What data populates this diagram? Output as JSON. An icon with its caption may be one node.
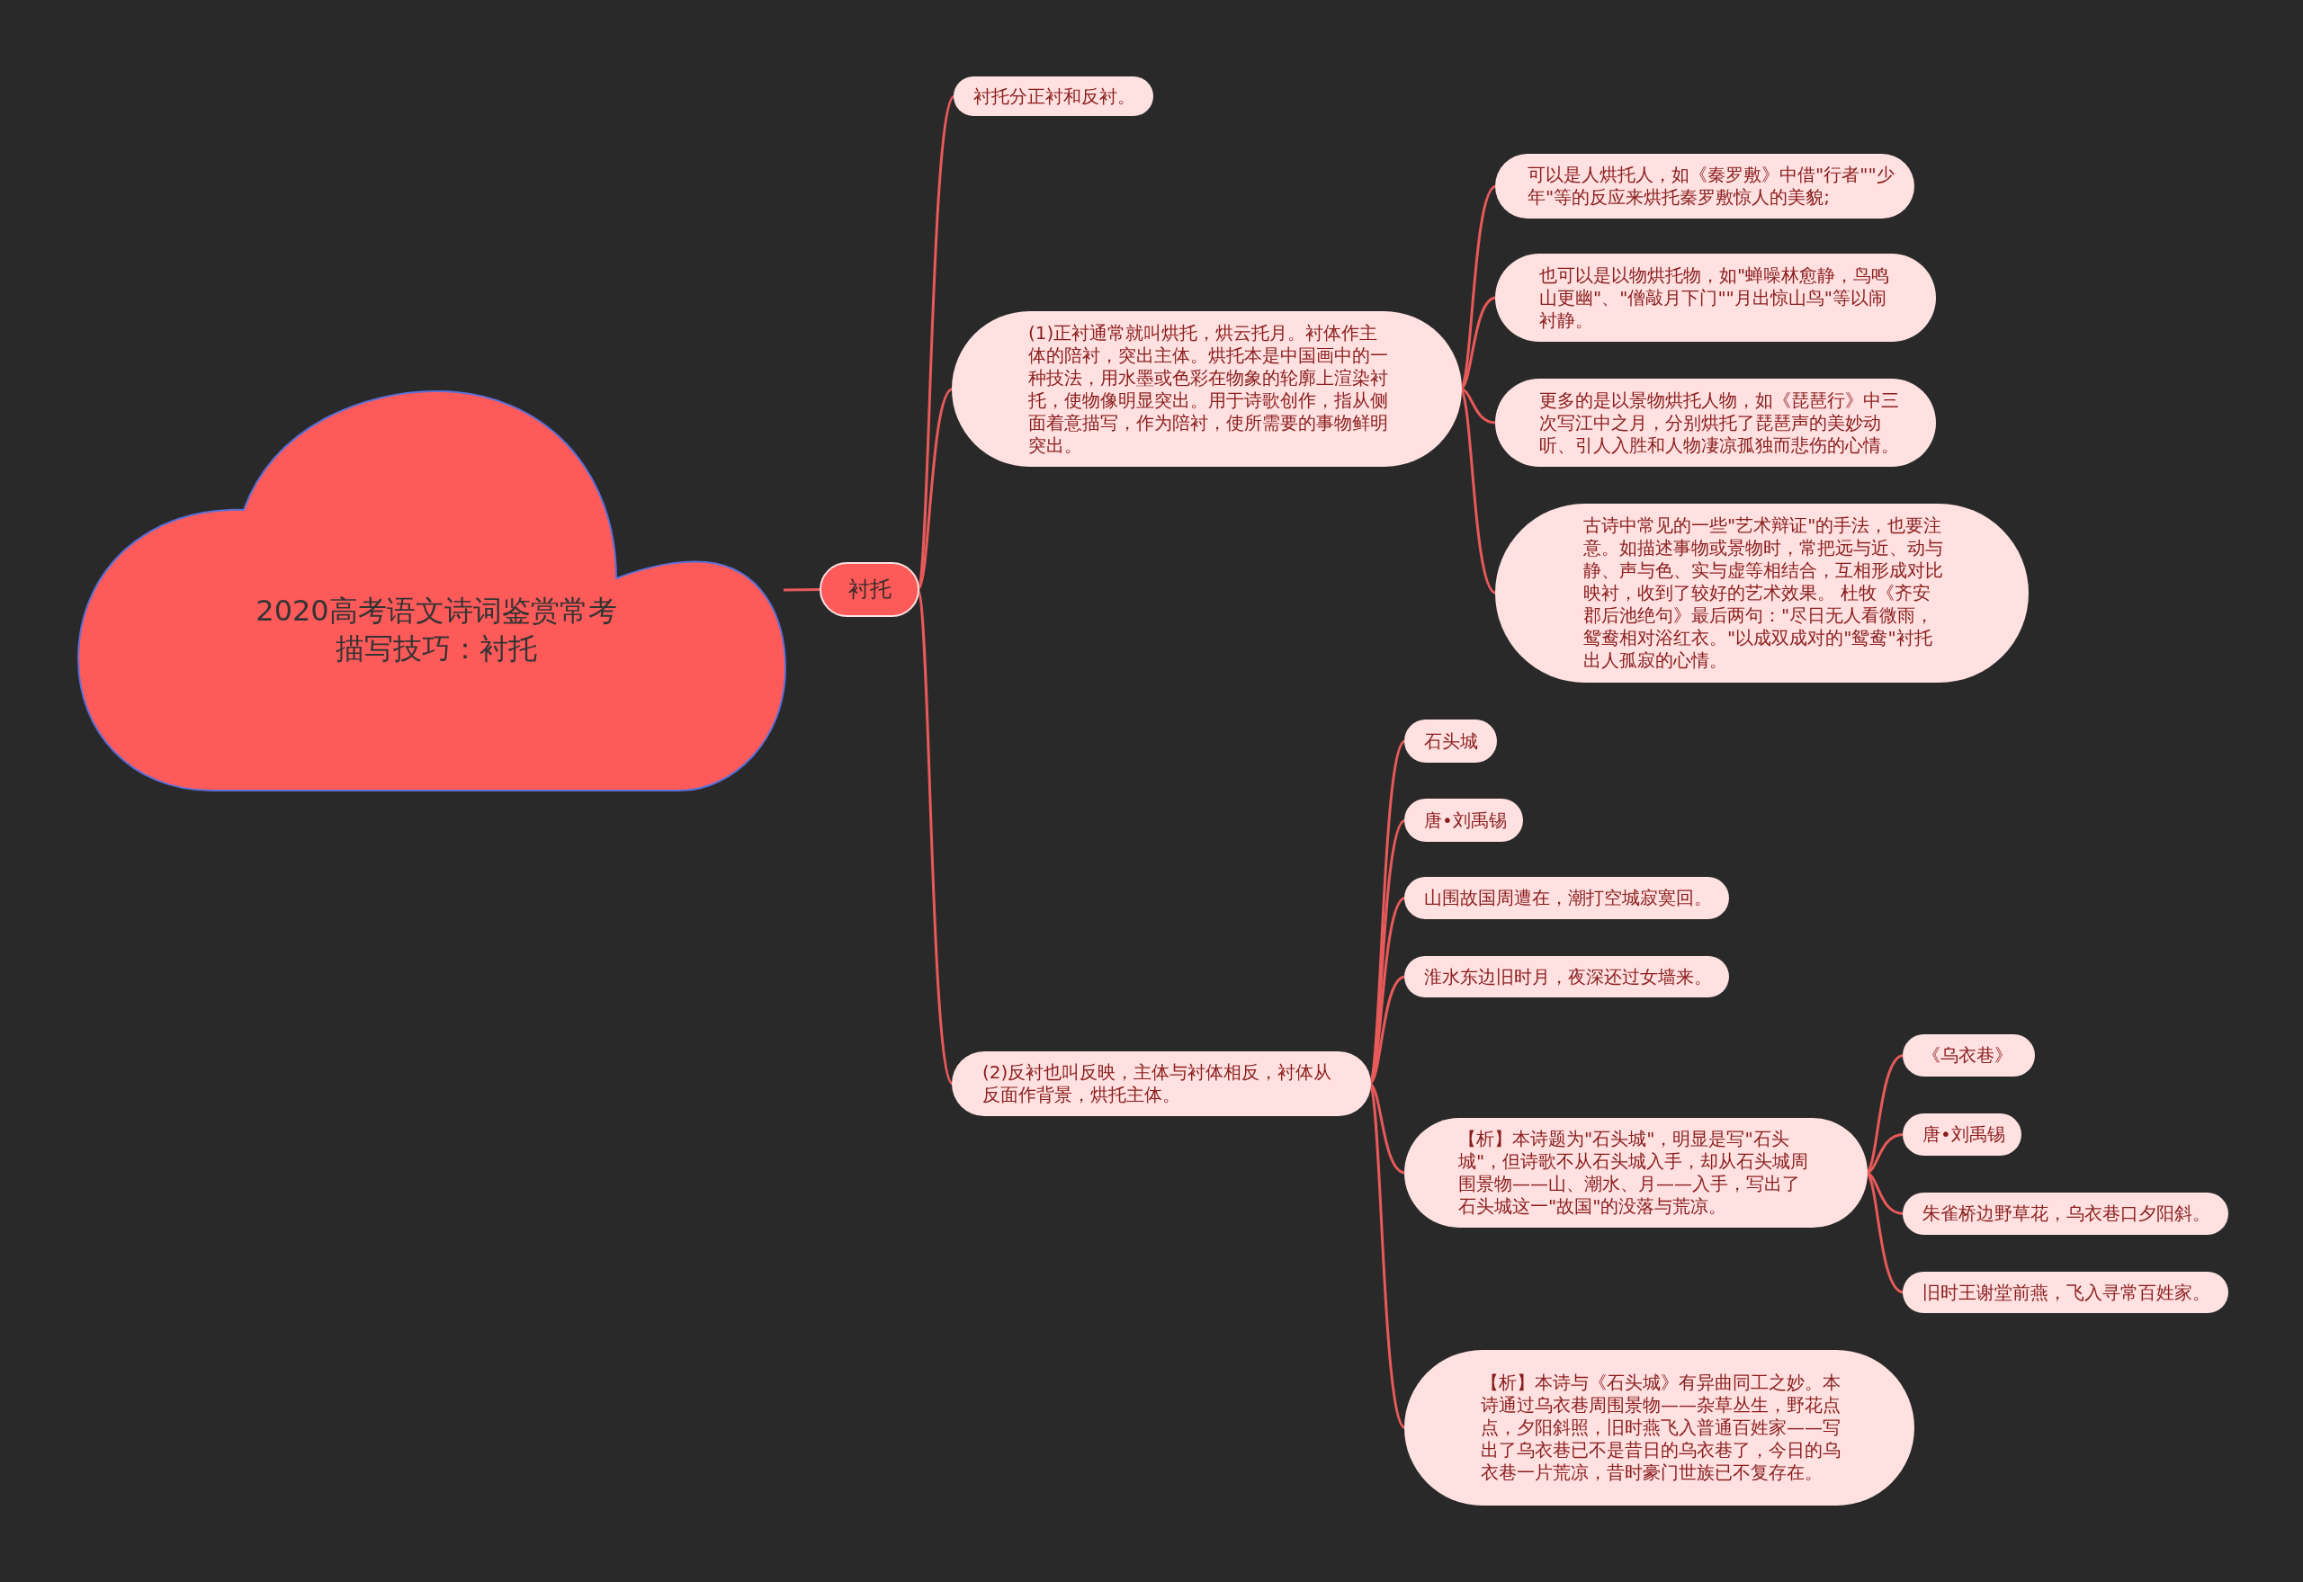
{
  "diagram": {
    "nodes": [
      {
        "text": [
          "2020高考语文诗词鉴赏常考描写技巧：衬托"
        ]
      },
      {
        "text": [
          "衬托"
        ]
      },
      {
        "text": [
          "衬托分正衬和反衬。"
        ]
      },
      {
        "text": [
          "(1)正衬通常就叫烘托，烘云托月。衬体作主体的陪衬，突出主体。烘托本是中国画中的一种技法，用水墨或色彩在物象的轮廓上渲染衬托，使物像明显突出。用于诗歌创作，指从侧面着意描写，作为陪衬，使所需要的事物鲜明突出。"
        ]
      },
      {
        "text": [
          "可以是人烘托人，如《秦罗敷》中借\"行者\"\"少年\"等的反应来烘托秦罗敷惊人的美貌;"
        ]
      },
      {
        "text": [
          "也可以是以物烘托物，如\"蝉噪林愈静，鸟鸣山更幽\"、\"僧敲月下门\"\"月出惊山鸟\"等以闹衬静。"
        ]
      },
      {
        "text": [
          "更多的是以景物烘托人物，如《琵琶行》中三次写江中之月，分别烘托了琵琶声的美妙动听、引人入胜和人物凄凉孤独而悲伤的心情。"
        ]
      },
      {
        "text": [
          "古诗中常见的一些\"艺术辩证\"的手法，也要注意。如描述事物或景物时，常把远与近、动与静、声与色、实与虚等相结合，互相形成对比映衬，收到了较好的艺术效果。 杜牧《齐安郡后池绝句》最后两句：\"尽日无人看微雨，鸳鸯相对浴红衣。\"以成双成对的\"鸳鸯\"衬托出人孤寂的心情。"
        ]
      },
      {
        "text": [
          "(2)反衬也叫反映，主体与衬体相反，衬体从反面作背景，烘托主体。"
        ]
      },
      {
        "text": [
          "石头城"
        ]
      },
      {
        "text": [
          "唐•刘禹锡"
        ]
      },
      {
        "text": [
          "山围故国周遭在，潮打空城寂寞回。"
        ]
      },
      {
        "text": [
          "淮水东边旧时月，夜深还过女墙来。"
        ]
      },
      {
        "text": [
          "【析】本诗题为\"石头城\"，明显是写\"石头城\"，但诗歌不从石头城入手，却从石头城周围景物——山、潮水、月——入手，写出了石头城这一\"故国\"的没落与荒凉。"
        ]
      },
      {
        "text": [
          "【析】本诗与《石头城》有异曲同工之妙。本诗通过乌衣巷周围景物——杂草丛生，野花点点，夕阳斜照，旧时燕飞入普通百姓家——写出了乌衣巷已不是昔日的乌衣巷了，今日的乌衣巷一片荒凉，昔时豪门世族已不复存在。"
        ]
      },
      {
        "text": [
          "《乌衣巷》"
        ]
      },
      {
        "text": [
          "唐•刘禹锡"
        ]
      },
      {
        "text": [
          "朱雀桥边野草花，乌衣巷口夕阳斜。"
        ]
      },
      {
        "text": [
          "旧时王谢堂前燕，飞入寻常百姓家。"
        ]
      }
    ],
    "edges": [
      {
        "from": 0,
        "to": 1,
        "arrow": "none"
      },
      {
        "from": 1,
        "to": 2,
        "arrow": "none"
      },
      {
        "from": 1,
        "to": 3,
        "arrow": "none"
      },
      {
        "from": 1,
        "to": 8,
        "arrow": "none"
      },
      {
        "from": 3,
        "to": 4,
        "arrow": "none"
      },
      {
        "from": 3,
        "to": 5,
        "arrow": "none"
      },
      {
        "from": 3,
        "to": 6,
        "arrow": "none"
      },
      {
        "from": 3,
        "to": 7,
        "arrow": "none"
      },
      {
        "from": 8,
        "to": 9,
        "arrow": "none"
      },
      {
        "from": 8,
        "to": 10,
        "arrow": "none"
      },
      {
        "from": 8,
        "to": 11,
        "arrow": "none"
      },
      {
        "from": 8,
        "to": 12,
        "arrow": "none"
      },
      {
        "from": 8,
        "to": 13,
        "arrow": "none"
      },
      {
        "from": 8,
        "to": 14,
        "arrow": "none"
      },
      {
        "from": 13,
        "to": 15,
        "arrow": "none"
      },
      {
        "from": 13,
        "to": 16,
        "arrow": "none"
      },
      {
        "from": 13,
        "to": 17,
        "arrow": "none"
      },
      {
        "from": 13,
        "to": 18,
        "arrow": "none"
      }
    ]
  }
}
